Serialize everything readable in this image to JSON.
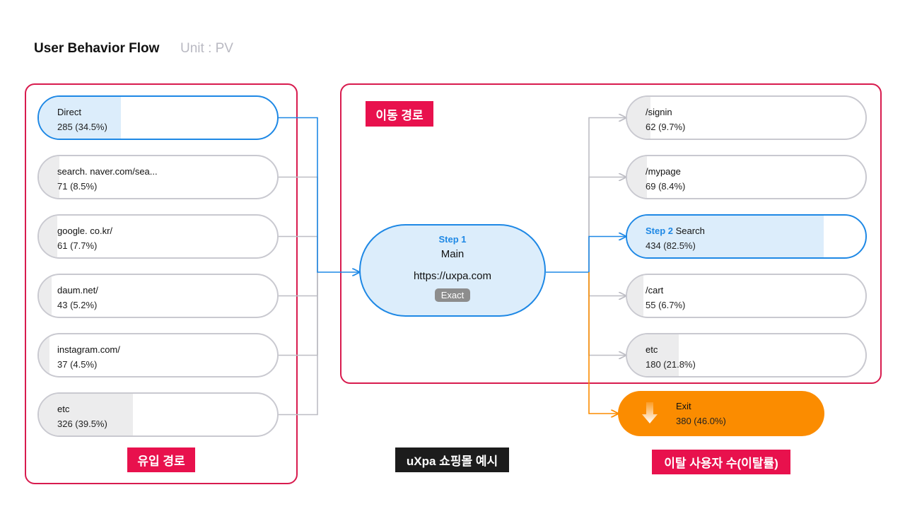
{
  "header": {
    "title": "User Behavior Flow",
    "unit": "Unit : PV"
  },
  "labels": {
    "navigation_path": "이동 경로",
    "inflow_path": "유입 경로",
    "example": "uXpa 쇼핑몰 예시",
    "exit_users": "이탈 사용자 수(이탈률)"
  },
  "colors": {
    "accent_blue": "#1e88e5",
    "tag_red": "#e8114d",
    "exit_orange": "#fb8c00",
    "neutral_line": "#bdbdc4"
  },
  "sources": [
    {
      "label": "Direct",
      "value": "285 (34.5%)",
      "share": 0.345,
      "highlight": true
    },
    {
      "label": "search. naver.com/sea...",
      "value": "71 (8.5%)",
      "share": 0.085,
      "highlight": false
    },
    {
      "label": "google. co.kr/",
      "value": "61 (7.7%)",
      "share": 0.077,
      "highlight": false
    },
    {
      "label": "daum.net/",
      "value": "43 (5.2%)",
      "share": 0.052,
      "highlight": false
    },
    {
      "label": "instagram.com/",
      "value": "37 (4.5%)",
      "share": 0.045,
      "highlight": false
    },
    {
      "label": "etc",
      "value": "326 (39.5%)",
      "share": 0.395,
      "highlight": false
    }
  ],
  "center": {
    "step": "Step 1",
    "name": "Main",
    "url": "https://uxpa.com",
    "match": "Exact"
  },
  "destinations": [
    {
      "step": "",
      "label": "/signin",
      "value": "62 (9.7%)",
      "share": 0.097,
      "highlight": false
    },
    {
      "step": "",
      "label": "/mypage",
      "value": "69 (8.4%)",
      "share": 0.084,
      "highlight": false
    },
    {
      "step": "Step 2",
      "label": "Search",
      "value": "434 (82.5%)",
      "share": 0.825,
      "highlight": true
    },
    {
      "step": "",
      "label": "/cart",
      "value": "55 (6.7%)",
      "share": 0.067,
      "highlight": false
    },
    {
      "step": "",
      "label": "etc",
      "value": "180 (21.8%)",
      "share": 0.218,
      "highlight": false
    }
  ],
  "exit": {
    "label": "Exit",
    "value": "380 (46.0%)",
    "icon": "down-arrow-icon"
  }
}
